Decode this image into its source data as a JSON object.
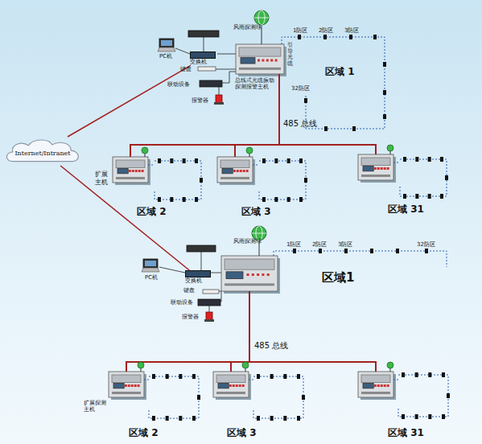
{
  "diagram": {
    "nodes": [
      {
        "text": [
          "Internet/Intranet"
        ]
      },
      {
        "text": [
          "交换机"
        ]
      },
      {
        "text": [
          "交换机"
        ]
      }
    ],
    "edges": [
      {
        "from": 0,
        "to": 1,
        "arrow": "none"
      },
      {
        "from": 0,
        "to": 2,
        "arrow": "none"
      }
    ],
    "labels": [
      "PC机",
      "键盘",
      "联动设备",
      "报警器",
      "风雨探测球",
      "引导光缆",
      "1防区",
      "2防区",
      "3防区",
      "32防区",
      "区域 1",
      "总线式光缆振动探测报警主机",
      "485 总线",
      "扩展主机",
      "区域 2",
      "区域 3",
      "区域 31",
      "风雨探测球",
      "1防区",
      "2防区",
      "3防区",
      "32防区",
      "PC机",
      "键盘",
      "联动设备",
      "报警器",
      "区域1",
      "485 总线",
      "扩展探测主机",
      "区域 2",
      "区域 3",
      "区域 31"
    ]
  }
}
